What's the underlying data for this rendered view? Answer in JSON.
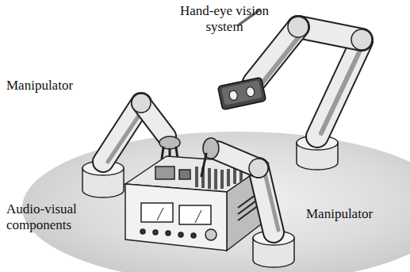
{
  "diagram": {
    "labels": [
      "Hand-eye vision system",
      "Manipulator",
      "Audio-visual components",
      "Manipulator"
    ]
  }
}
